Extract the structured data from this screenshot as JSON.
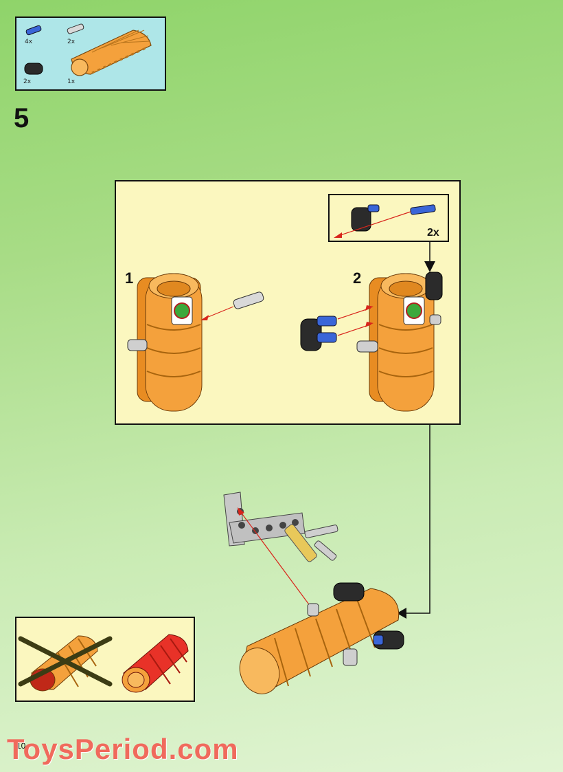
{
  "parts_list": {
    "items": [
      {
        "qty": "4x",
        "icon": "blue-axle-pin-icon"
      },
      {
        "qty": "2x",
        "icon": "gray-pin-icon"
      },
      {
        "qty": "2x",
        "icon": "black-connector-icon"
      },
      {
        "qty": "1x",
        "icon": "orange-cylinder-icon"
      }
    ]
  },
  "step": {
    "number": "5"
  },
  "substeps": {
    "one": "1",
    "two": "2"
  },
  "callout": {
    "qty": "2x"
  },
  "footer": {
    "watermark": "ToysPeriod.com",
    "page": "10"
  },
  "colors": {
    "orange": "#f4a13c",
    "panel": "#fbf7bf",
    "parts_bg": "#aee6e8",
    "arrow": "#d8261c"
  }
}
